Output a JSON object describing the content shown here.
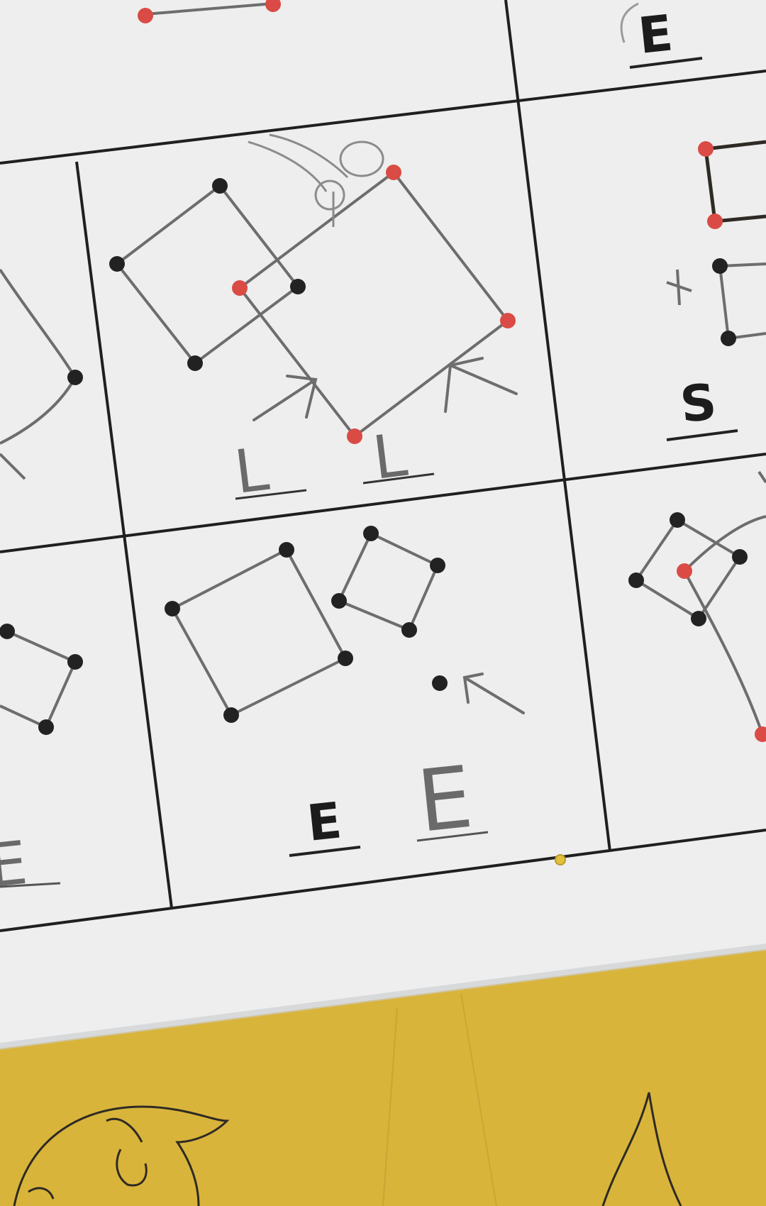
{
  "worksheet": {
    "printed_letters": [
      "E",
      "S",
      "E"
    ],
    "handwritten_answers": [
      "L",
      "L",
      "E",
      "E"
    ]
  },
  "colors": {
    "paper": "#efefef",
    "table": "#d9b43a",
    "grid_line": "#1f1f1f",
    "black_dot": "#222222",
    "red_dot": "#d94b44",
    "pencil": "#6d6d6d",
    "marker": "#2e2a24"
  }
}
